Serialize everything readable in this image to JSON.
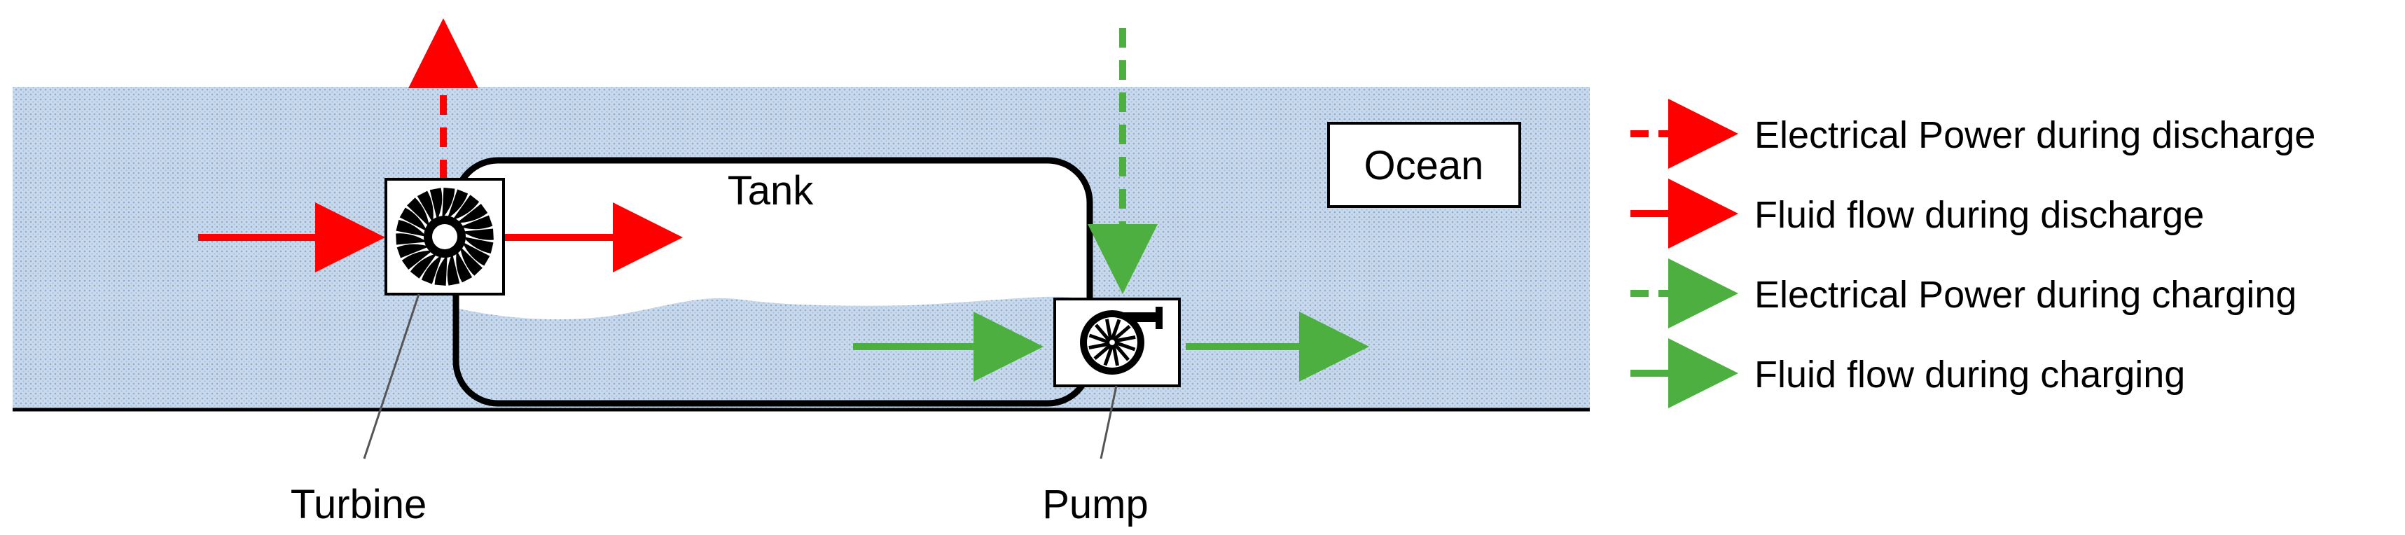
{
  "labels": {
    "tank": "Tank",
    "ocean": "Ocean",
    "turbine": "Turbine",
    "pump": "Pump"
  },
  "legend": [
    {
      "text": "Electrical Power during discharge",
      "color": "#ff0000",
      "style": "dashed"
    },
    {
      "text": "Fluid flow during discharge",
      "color": "#ff0000",
      "style": "solid"
    },
    {
      "text": "Electrical Power during charging",
      "color": "#4caf3f",
      "style": "dashed"
    },
    {
      "text": "Fluid flow during charging",
      "color": "#4caf3f",
      "style": "solid"
    }
  ],
  "colors": {
    "discharge": "#ff0000",
    "charging": "#4caf3f",
    "water": "#b9cde4",
    "outline": "#000000"
  },
  "icons": {
    "turbine": "turbine-icon",
    "pump": "pump-icon"
  }
}
